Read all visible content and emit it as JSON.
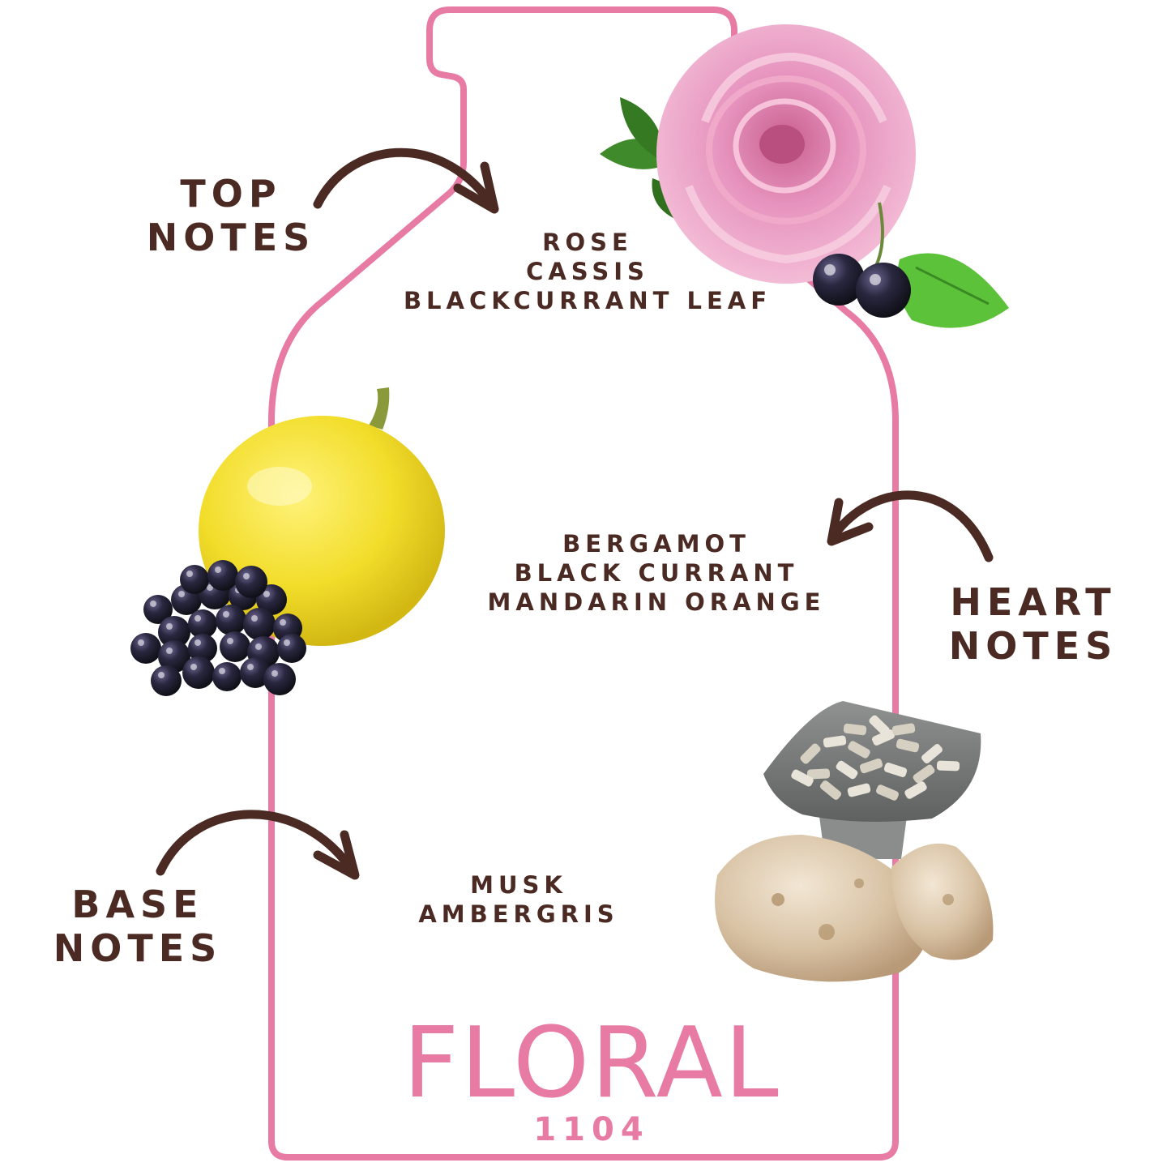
{
  "colors": {
    "bottle_outline": "#e77ba3",
    "label_text": "#4a2a22",
    "arrow": "#4a2a22",
    "brand": "#e77ba3"
  },
  "top_notes": {
    "heading_line1": "TOP",
    "heading_line2": "NOTES",
    "items": [
      "ROSE",
      "CASSIS",
      "BLACKCURRANT LEAF"
    ],
    "illustration": "rose-with-blackcurrants"
  },
  "heart_notes": {
    "heading_line1": "HEART",
    "heading_line2": "NOTES",
    "items": [
      "BERGAMOT",
      "BLACK CURRANT",
      "MANDARIN ORANGE"
    ],
    "illustration": "bergamot-fruit-with-blackcurrants"
  },
  "base_notes": {
    "heading_line1": "BASE",
    "heading_line2": "NOTES",
    "items": [
      "MUSK",
      "AMBERGRIS"
    ],
    "illustration": "ambergris-stones-in-dish"
  },
  "brand": {
    "name": "FLORAL",
    "code": "1104"
  }
}
